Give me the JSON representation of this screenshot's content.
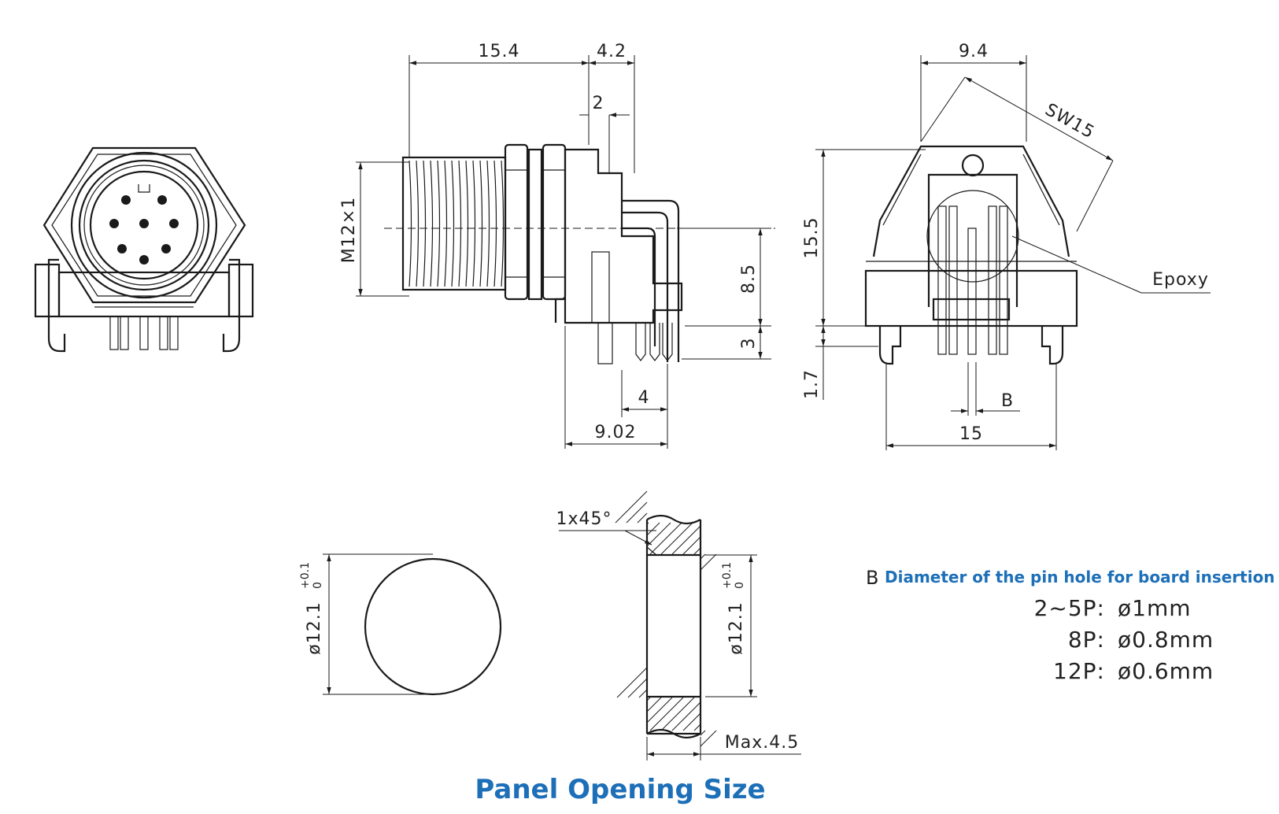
{
  "dimensions": {
    "thread_length": "15.4",
    "flange_length": "4.2",
    "nut_gap": "2",
    "thread_spec": "M12×1",
    "axis_height": "8.5",
    "pin_length": "3",
    "pin_offset": "4",
    "total_depth": "9.02",
    "body_width": "9.4",
    "wrench_size": "SW15",
    "body_height": "15.5",
    "epoxy_label": "Epoxy",
    "peg_height": "1.7",
    "pin_pitch": "B",
    "footprint_width": "15",
    "chamfer": "1x45°",
    "panel_hole_left": "ø12.1",
    "panel_hole_right": "ø12.1",
    "tol_plus": "+0.1",
    "tol_zero": "0",
    "max_thickness": "Max.4.5"
  },
  "notes": {
    "symbol": "B",
    "title": "Diameter of the pin hole for board insertion",
    "rows": [
      {
        "label": "2~5P:",
        "value": "ø1mm"
      },
      {
        "label": "8P:",
        "value": "ø0.8mm"
      },
      {
        "label": "12P:",
        "value": "ø0.6mm"
      }
    ]
  },
  "caption": "Panel Opening Size",
  "colors": {
    "accent": "#1d6fb8",
    "line": "#1a1a1a"
  }
}
